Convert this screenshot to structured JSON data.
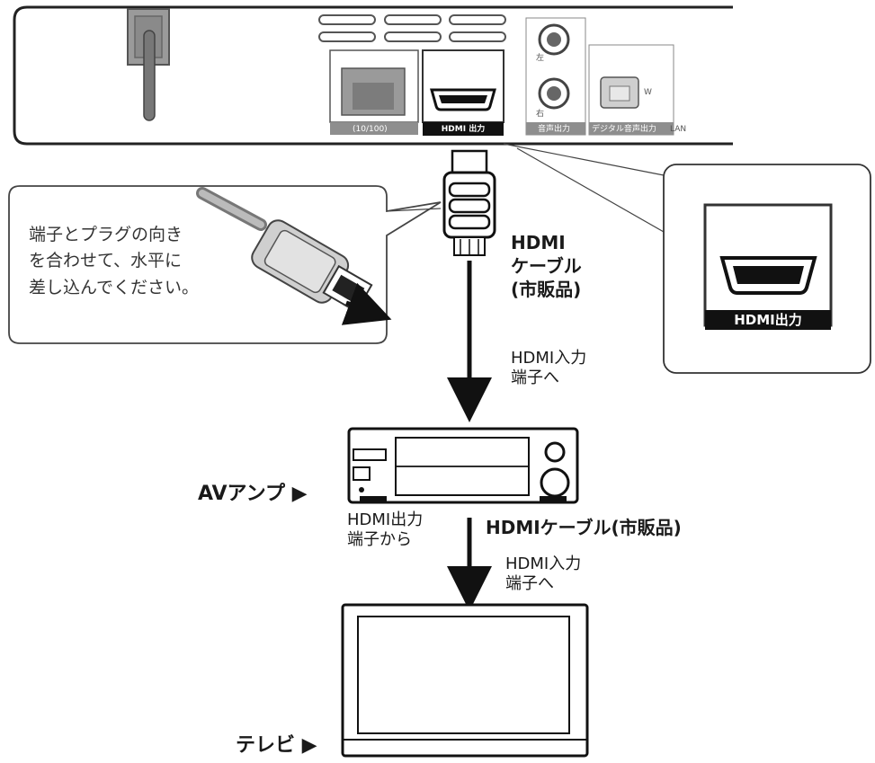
{
  "device": {
    "ports": {
      "lan_label": "(10/100)",
      "hdmi_out_label": "HDMI 出力",
      "audio_out_label": "音声出力",
      "digital_audio_label": "デジタル音声出力",
      "lan_suffix": "LAN",
      "rca_left": "左",
      "rca_right": "右",
      "optical_mark": "W"
    }
  },
  "callout_left": {
    "text": "端子とプラグの向き\nを合わせて、水平に\n差し込んでください。"
  },
  "callout_right": {
    "label": "HDMI出力"
  },
  "cable1": {
    "label": "HDMI\nケーブル\n(市販品)",
    "to_label": "HDMI入力\n端子へ"
  },
  "amp": {
    "label": "AVアンプ ▶",
    "from_label": "HDMI出力\n端子から"
  },
  "cable2": {
    "label": "HDMIケーブル(市販品)",
    "to_label": "HDMI入力\n端子へ"
  },
  "tv": {
    "label": "テレビ ▶"
  }
}
